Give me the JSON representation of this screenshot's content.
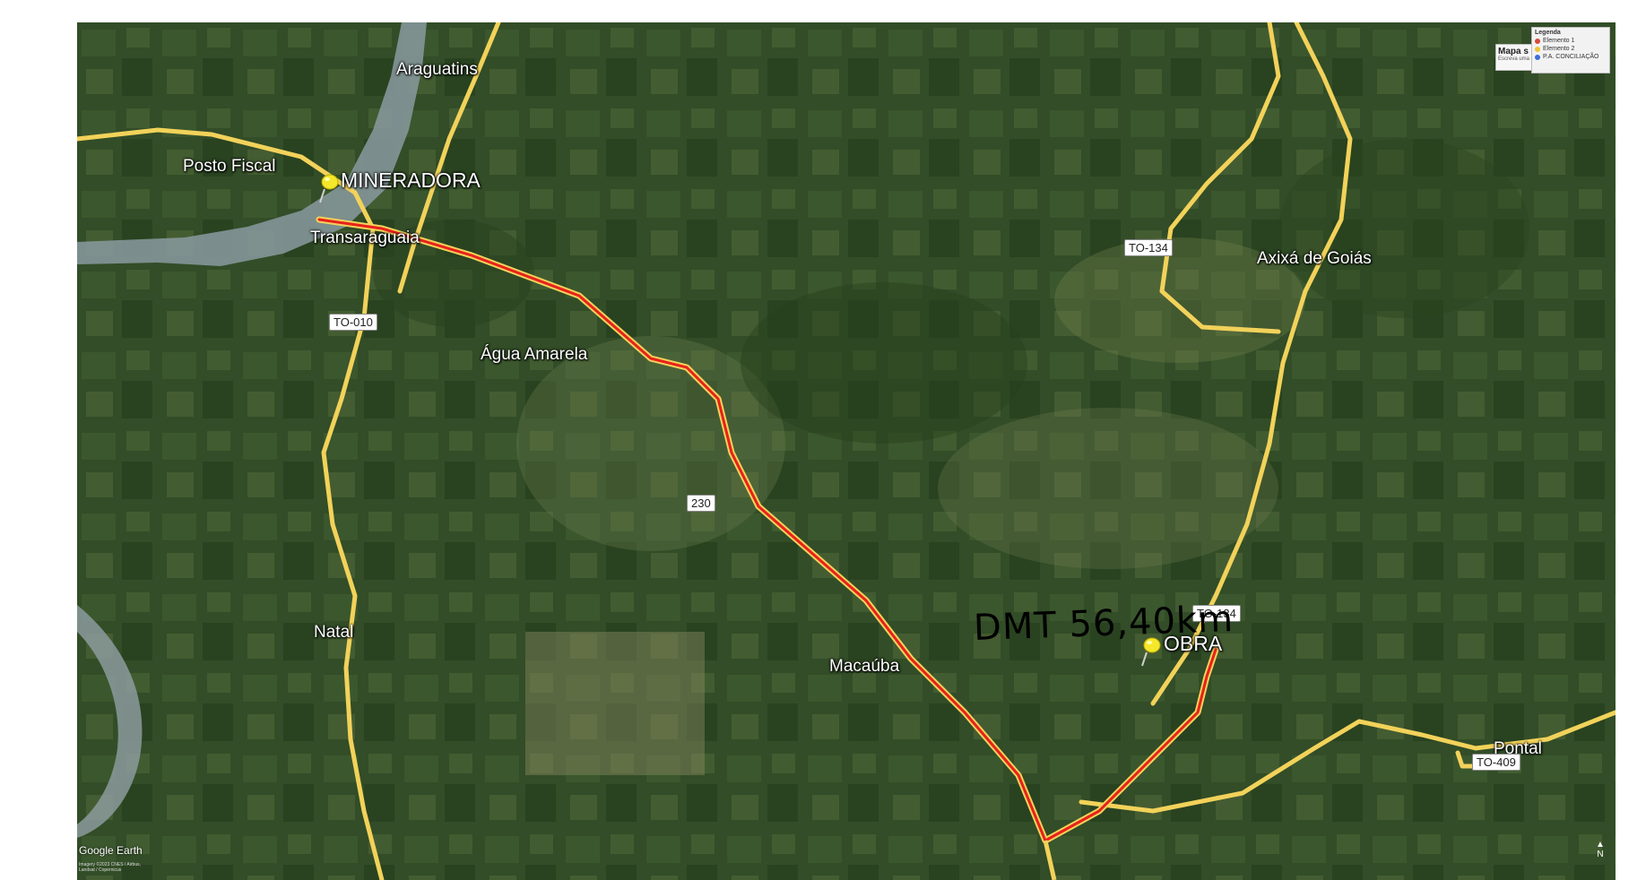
{
  "map": {
    "attribution": "Google Earth",
    "attribution_small": "Imagery ©2023 CNES / Airbus, Landsat / Copernicus",
    "north_label": "N",
    "route_label": "DMT 56,40km",
    "markers": [
      {
        "id": "mineradora",
        "label": "MINERADORA"
      },
      {
        "id": "obra",
        "label": "OBRA"
      }
    ],
    "places": {
      "araguatins": "Araguatins",
      "posto_fiscal": "Posto Fiscal",
      "transaraguaia": "Transaraguaia",
      "agua_amarela": "Água Amarela",
      "natal": "Natal",
      "macauba": "Macaúba",
      "axixa": "Axixá de Goiás",
      "pontal": "Pontal"
    },
    "roads": {
      "to010": "TO-010",
      "r230": "230",
      "to134_a": "TO-134",
      "to134_b": "TO-134",
      "to409": "TO-409"
    },
    "colors": {
      "route": "#e8211b",
      "road": "#f2d25a",
      "pin": "#f5e82a"
    }
  },
  "legend": {
    "title": "Legenda",
    "items": [
      {
        "label": "Elemento 1",
        "color": "#d9493a"
      },
      {
        "label": "Elemento 2",
        "color": "#f2c230"
      },
      {
        "label": "P.A. CONCILIAÇÃO",
        "color": "#3a6fd9"
      }
    ],
    "mapa_title": "Mapa s",
    "mapa_sub": "Escreva uma"
  }
}
